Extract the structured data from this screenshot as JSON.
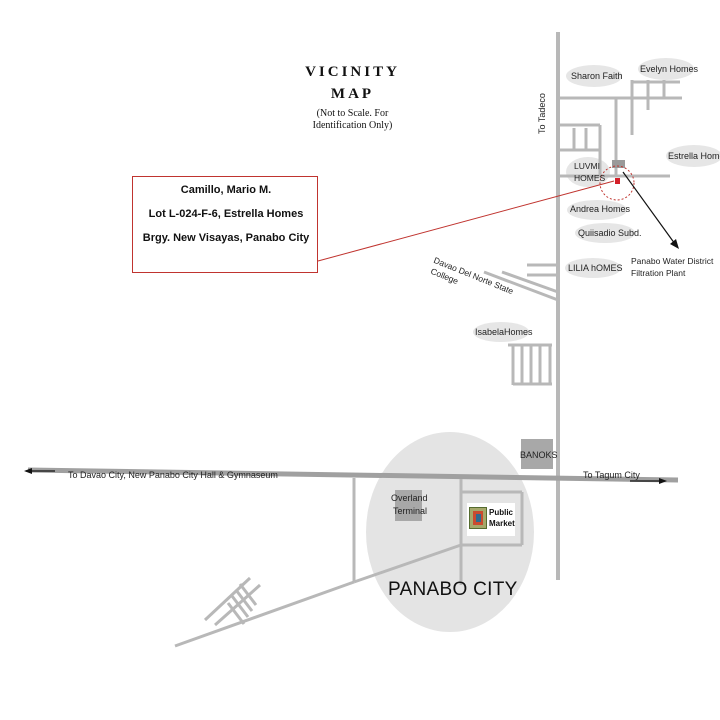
{
  "title": {
    "line1": "VICINITY",
    "line2": "MAP",
    "note_line1": "(Not to Scale. For",
    "note_line2": "Identification Only)"
  },
  "owner": {
    "name": "Camillo, Mario M.",
    "lot": "Lot L-024-F-6, Estrella Homes",
    "address": "Brgy. New Visayas, Panabo City"
  },
  "places": {
    "to_tadeco": "To Tadeco",
    "sharon_faith": "Sharon Faith",
    "evelyn_homes": "Evelyn Homes",
    "estrella_homes": "Estrella Homes",
    "luvmi_homes_line1": "LUVMI",
    "luvmi_homes_line2": "HOMES",
    "andrea_homes": "Andrea Homes",
    "quiisadio": "Quiisadio Subd.",
    "lilia_homes": "LILIA hOMES",
    "water_district_line1": "Panabo Water District",
    "water_district_line2": "Filtration Plant",
    "college_line1": "Davao Del Norte State",
    "college_line2": "College",
    "isabela_homes": "IsabelaHomes",
    "banoks": "BANOKS",
    "to_davao": "To Davao City, New Panabo City Hall & Gymnaseum",
    "to_tagum": "To Tagum City",
    "overland_line1": "Overland",
    "overland_line2": "Terminal",
    "market_line1": "Public",
    "market_line2": "Market",
    "city": "PANABO CITY"
  },
  "colors": {
    "road": "#b8b8b8",
    "highway": "#a0a0a0",
    "city_circle": "#e4e4e4",
    "label_bubble": "#e6e6e6",
    "pointer": "#c0342f",
    "building": "#a8a8a8"
  },
  "icons": {
    "market": "public-market-icon",
    "site_marker": "site-location-marker",
    "arrow_left": "arrow-left-icon",
    "arrow_right": "arrow-right-icon",
    "arrow_water": "arrow-down-right-icon"
  }
}
